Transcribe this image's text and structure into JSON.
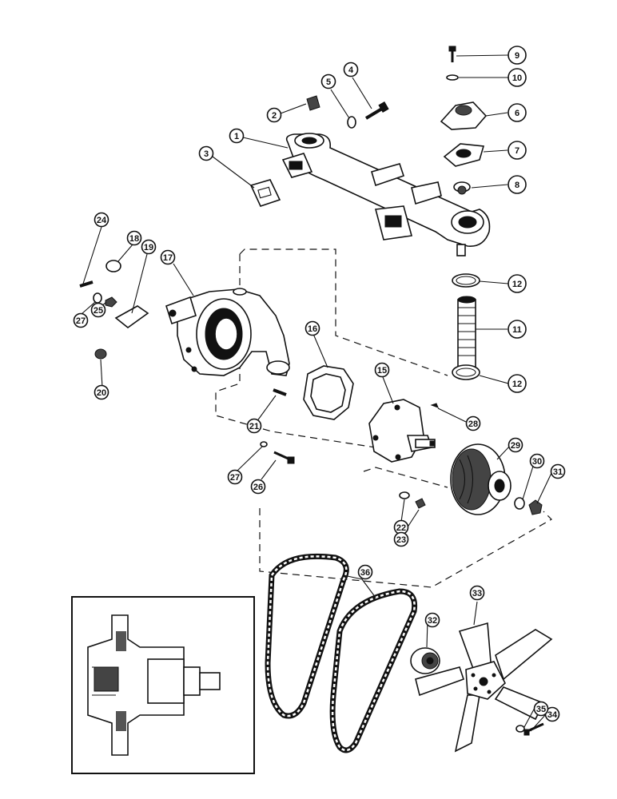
{
  "callouts": [
    {
      "id": "c1",
      "label": "1"
    },
    {
      "id": "c2",
      "label": "2"
    },
    {
      "id": "c3",
      "label": "3"
    },
    {
      "id": "c4",
      "label": "4"
    },
    {
      "id": "c5",
      "label": "5"
    },
    {
      "id": "c6",
      "label": "6"
    },
    {
      "id": "c7",
      "label": "7"
    },
    {
      "id": "c8",
      "label": "8"
    },
    {
      "id": "c9",
      "label": "9"
    },
    {
      "id": "c10",
      "label": "10"
    },
    {
      "id": "c11",
      "label": "11"
    },
    {
      "id": "c12a",
      "label": "12"
    },
    {
      "id": "c12b",
      "label": "12"
    },
    {
      "id": "c15",
      "label": "15"
    },
    {
      "id": "c16",
      "label": "16"
    },
    {
      "id": "c17",
      "label": "17"
    },
    {
      "id": "c18",
      "label": "18"
    },
    {
      "id": "c19",
      "label": "19"
    },
    {
      "id": "c20",
      "label": "20"
    },
    {
      "id": "c21",
      "label": "21"
    },
    {
      "id": "c22",
      "label": "22"
    },
    {
      "id": "c23",
      "label": "23"
    },
    {
      "id": "c24",
      "label": "24"
    },
    {
      "id": "c25",
      "label": "25"
    },
    {
      "id": "c26",
      "label": "26"
    },
    {
      "id": "c27a",
      "label": "27"
    },
    {
      "id": "c27b",
      "label": "27"
    },
    {
      "id": "c28",
      "label": "28"
    },
    {
      "id": "c29",
      "label": "29"
    },
    {
      "id": "c30",
      "label": "30"
    },
    {
      "id": "c31",
      "label": "31"
    },
    {
      "id": "c32",
      "label": "32"
    },
    {
      "id": "c33",
      "label": "33"
    },
    {
      "id": "c34",
      "label": "34"
    },
    {
      "id": "c35",
      "label": "35"
    },
    {
      "id": "c36",
      "label": "36"
    }
  ]
}
